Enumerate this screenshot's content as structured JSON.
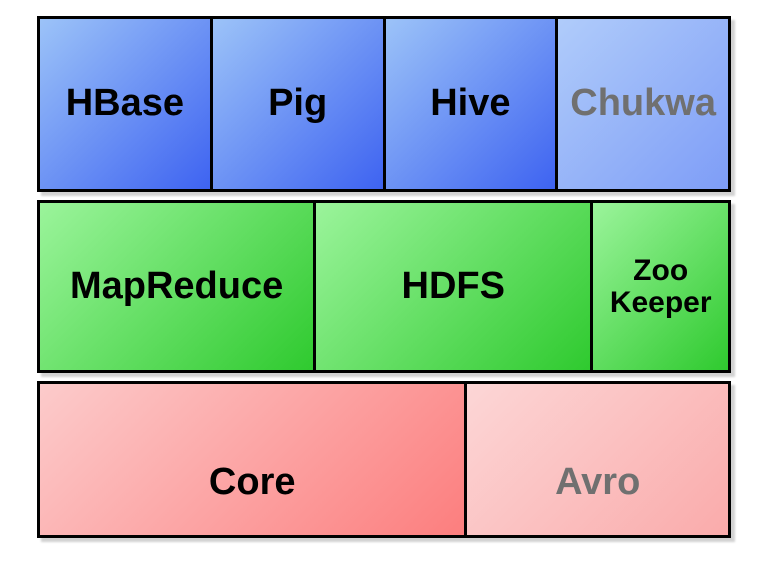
{
  "palette": {
    "page_background": "#ffffff",
    "border": "#000000",
    "text_active": "#000000",
    "text_muted": "#707070",
    "blue": {
      "light": "#9cc3f8",
      "dark": "#3e63f1"
    },
    "blue_muted": {
      "light": "#b0ccfa",
      "dark": "#7e9df7"
    },
    "green": {
      "light": "#9bf49b",
      "dark": "#2fca2f"
    },
    "red": {
      "light": "#fccbcb",
      "dark": "#fc7e7e"
    },
    "red_muted": {
      "light": "#fcd6d6",
      "dark": "#faabab"
    }
  },
  "rows": [
    {
      "name": "applications-row",
      "boxes": [
        {
          "label": "HBase",
          "muted": false
        },
        {
          "label": "Pig",
          "muted": false
        },
        {
          "label": "Hive",
          "muted": false
        },
        {
          "label": "Chukwa",
          "muted": true
        }
      ]
    },
    {
      "name": "processing-storage-row",
      "boxes": [
        {
          "label": "MapReduce",
          "muted": false
        },
        {
          "label": "HDFS",
          "muted": false
        },
        {
          "label": "Zoo Keeper",
          "lines": [
            "Zoo",
            "Keeper"
          ],
          "muted": false
        }
      ]
    },
    {
      "name": "core-row",
      "boxes": [
        {
          "label": "Core",
          "muted": false
        },
        {
          "label": "Avro",
          "muted": true
        }
      ]
    }
  ]
}
